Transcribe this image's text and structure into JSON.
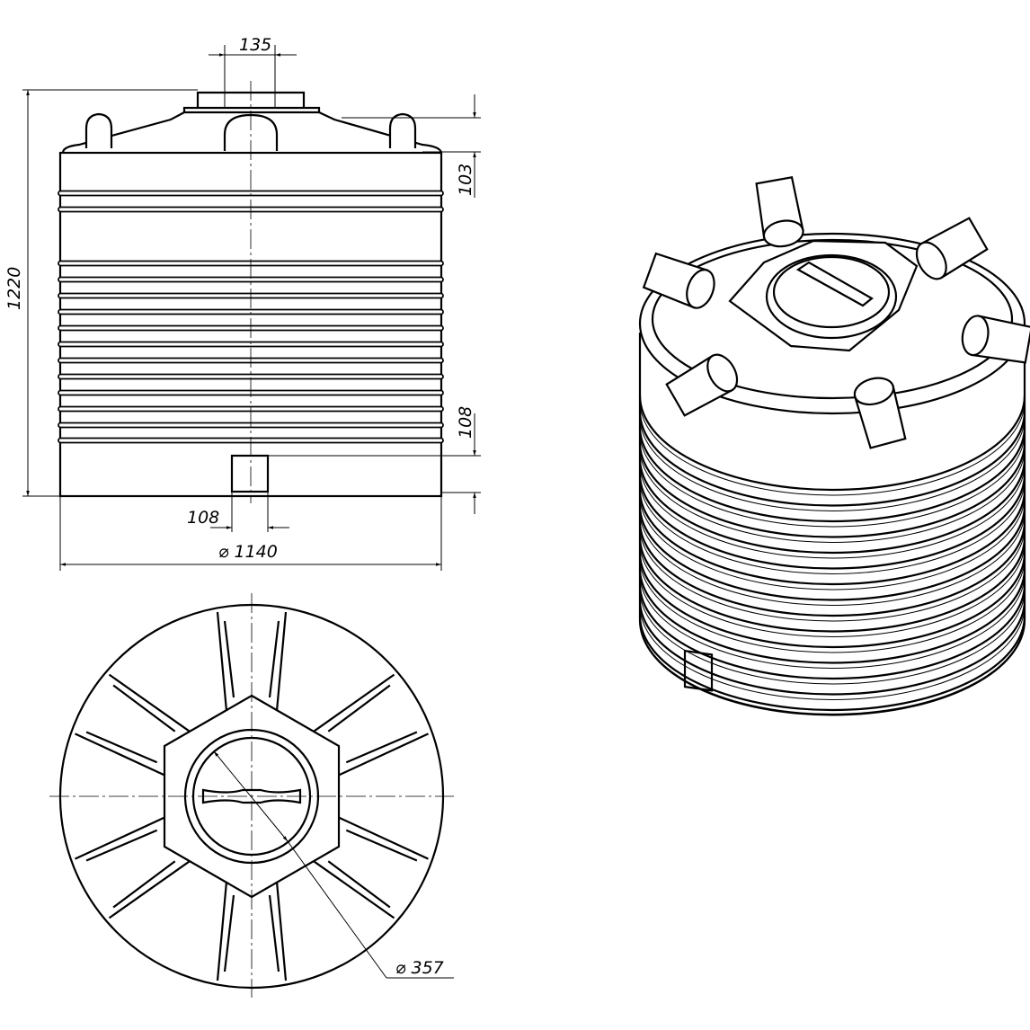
{
  "drawing": {
    "front_view": {
      "dim_neck_width": "135",
      "dim_overall_height": "1220",
      "dim_top_offset": "103",
      "dim_outlet_height": "108",
      "dim_outlet_width": "108",
      "dim_diameter": "⌀ 1140"
    },
    "top_view": {
      "dim_hatch_diameter": "⌀ 357"
    }
  }
}
